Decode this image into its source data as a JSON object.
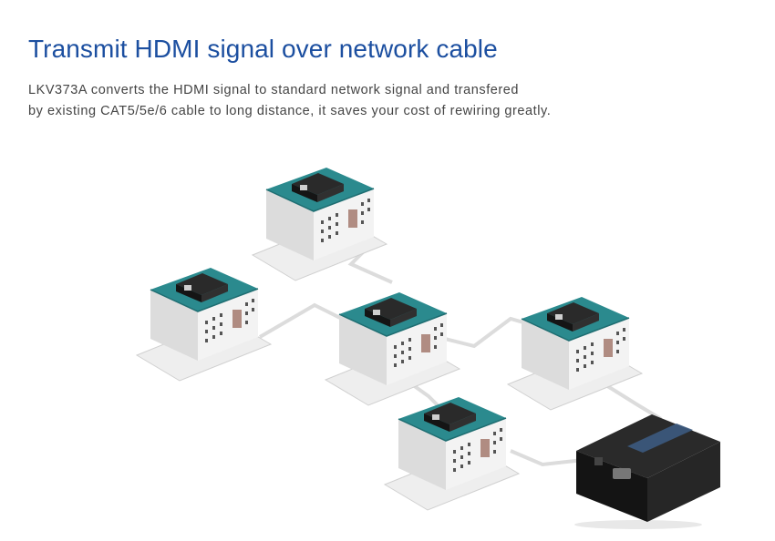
{
  "header": {
    "title": "Transmit HDMI signal over network cable",
    "description_line1": "LKV373A converts the HDMI signal to standard network signal and transfered",
    "description_line2": "by existing CAT5/5e/6 cable to long distance, it saves your cost of rewiring greatly."
  },
  "colors": {
    "title": "#1c4fa0",
    "roof": "#2b8a8e",
    "building": "#e8e8e8",
    "device": "#1e1e1e"
  }
}
